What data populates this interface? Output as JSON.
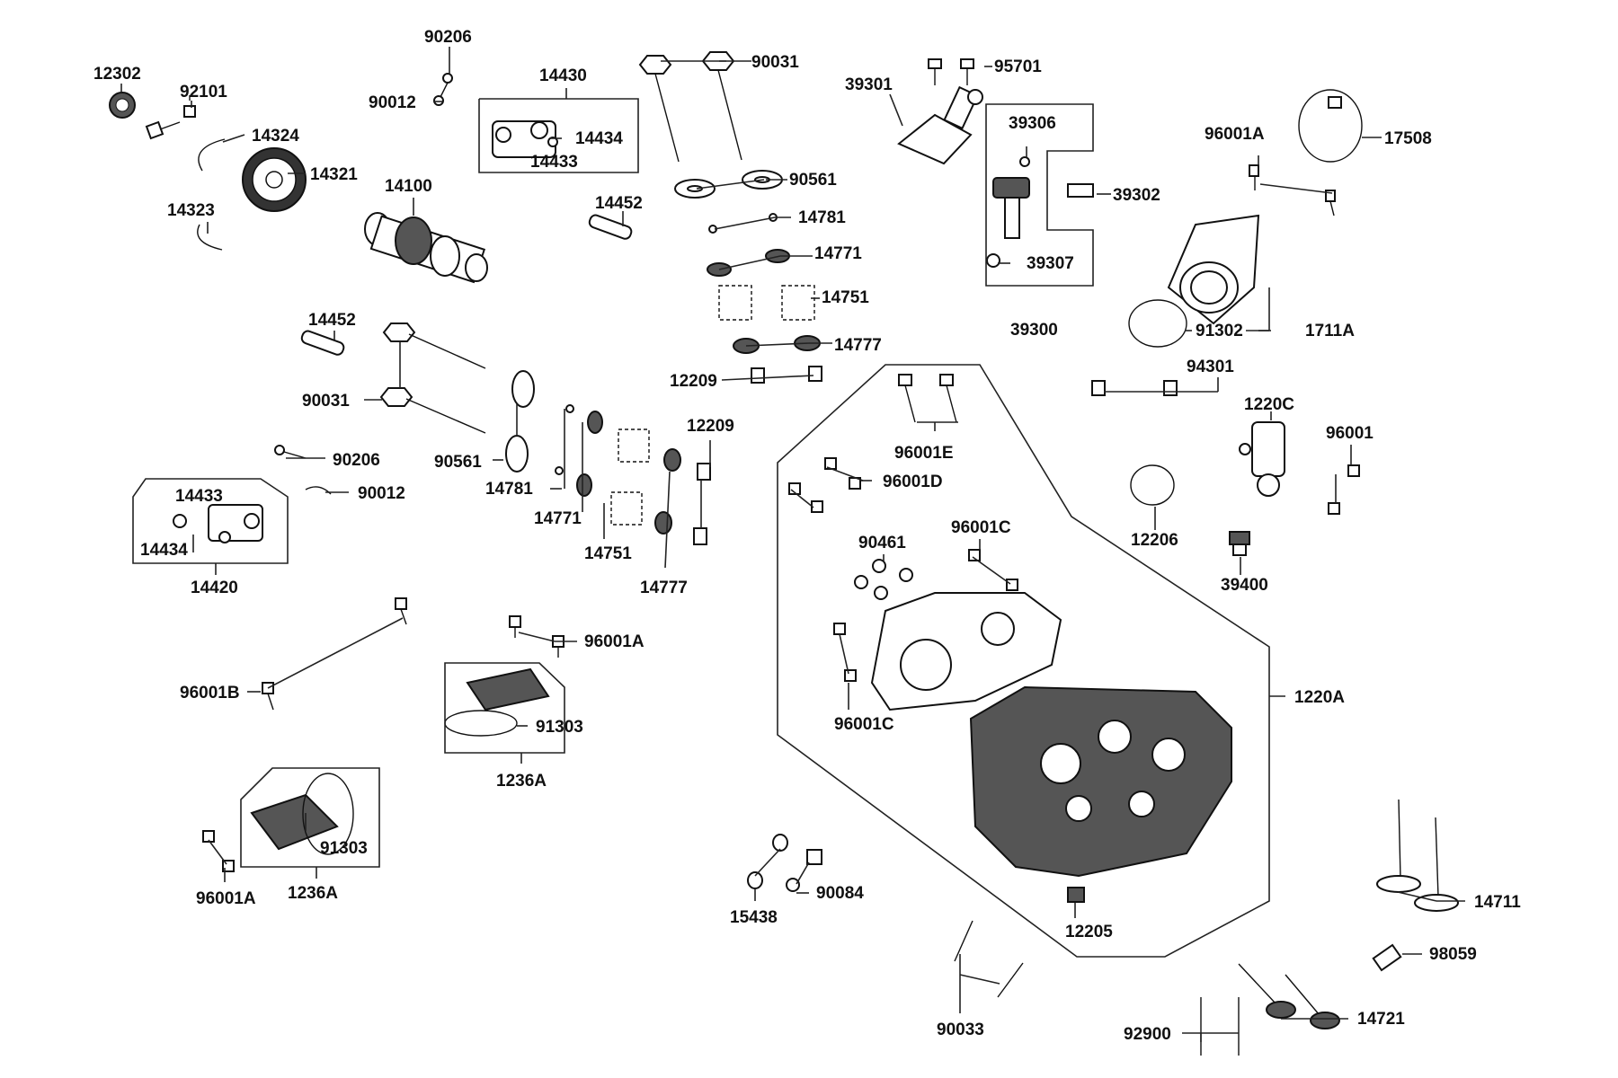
{
  "labels": {
    "l12302": "12302",
    "l92101": "92101",
    "l14324": "14324",
    "l14321": "14321",
    "l14323": "14323",
    "l90206a": "90206",
    "l90012a": "90012",
    "l14430": "14430",
    "l14434a": "14434",
    "l14433a": "14433",
    "l14100": "14100",
    "l14452a": "14452",
    "l90031a": "90031",
    "l90561a": "90561",
    "l14781a": "14781",
    "l14771a": "14771",
    "l14751a": "14751",
    "l14777a": "14777",
    "l12209a": "12209",
    "l39301": "39301",
    "l95701": "95701",
    "l39306": "39306",
    "l39302": "39302",
    "l39307": "39307",
    "l39300": "39300",
    "l96001Aa": "96001A",
    "l17508": "17508",
    "l91302": "91302",
    "l1711A": "1711A",
    "l94301": "94301",
    "l1220C": "1220C",
    "l96001": "96001",
    "l12206": "12206",
    "l39400": "39400",
    "l14452b": "14452",
    "l90031b": "90031",
    "l90206b": "90206",
    "l90012b": "90012",
    "l90561b": "90561",
    "l14781b": "14781",
    "l14771b": "14771",
    "l14751b": "14751",
    "l14777b": "14777",
    "l12209b": "12209",
    "l14433b": "14433",
    "l14434b": "14434",
    "l14420": "14420",
    "l96001E": "96001E",
    "l96001D": "96001D",
    "l90461": "90461",
    "l96001C1": "96001C",
    "l96001C2": "96001C",
    "l1220A": "1220A",
    "l96001Ab": "96001A",
    "l96001B": "96001B",
    "l91303a": "91303",
    "l1236Aa": "1236A",
    "l91303b": "91303",
    "l96001Ac": "96001A",
    "l1236Ab": "1236A",
    "l15438": "15438",
    "l90084": "90084",
    "l12205": "12205",
    "l90033": "90033",
    "l92900": "92900",
    "l14721": "14721",
    "l14711": "14711",
    "l98059": "98059"
  }
}
